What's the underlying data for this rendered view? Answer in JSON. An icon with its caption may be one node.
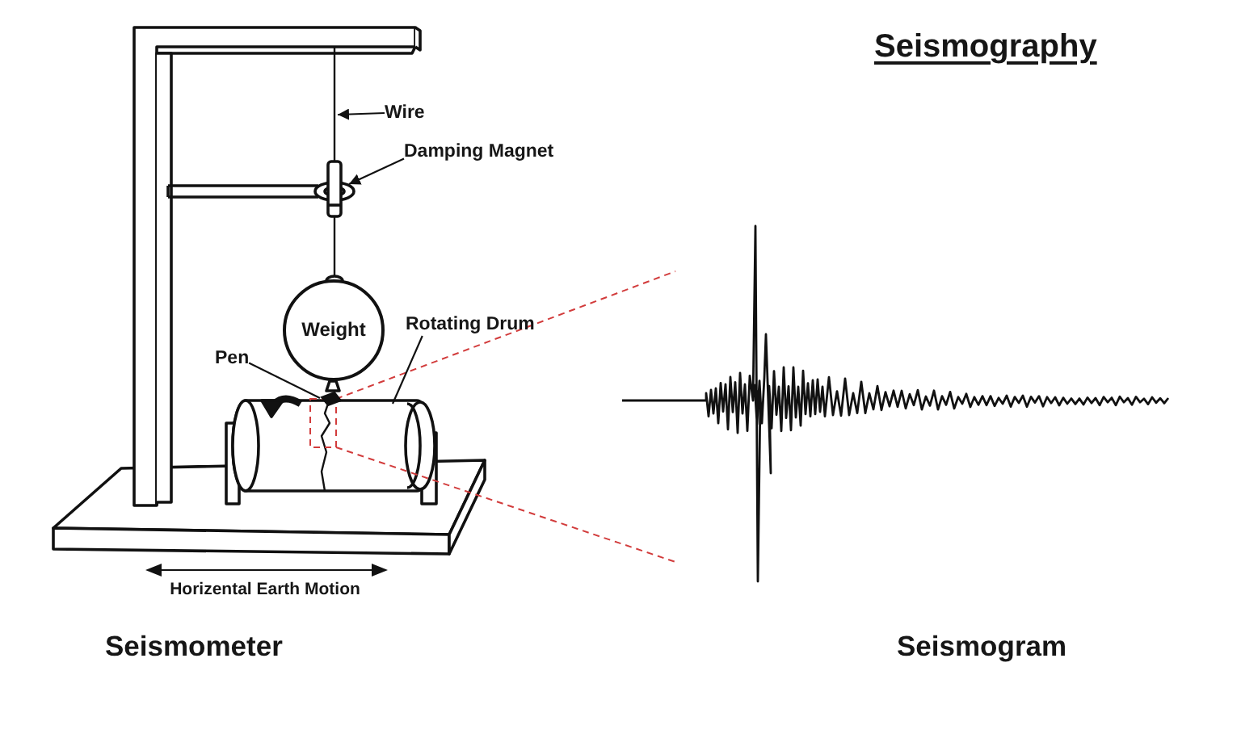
{
  "diagram": {
    "title": "Seismography",
    "nodes": [
      {
        "text": [
          "Wire"
        ]
      },
      {
        "text": [
          "Damping Magnet"
        ]
      },
      {
        "text": [
          "Weight"
        ]
      },
      {
        "text": [
          "Rotating Drum"
        ]
      },
      {
        "text": [
          "Pen"
        ]
      },
      {
        "text": [],
        "shape": "picture"
      }
    ],
    "edges": [
      {
        "from": 0,
        "to": null,
        "arrow": "to"
      },
      {
        "from": 1,
        "to": null,
        "arrow": "to"
      },
      {
        "from": 3,
        "to": null,
        "arrow": "none"
      },
      {
        "from": 4,
        "to": 5,
        "arrow": "none"
      }
    ],
    "labels": [
      "Horizental Earth Motion",
      "Seismometer",
      "Seismogram"
    ]
  }
}
